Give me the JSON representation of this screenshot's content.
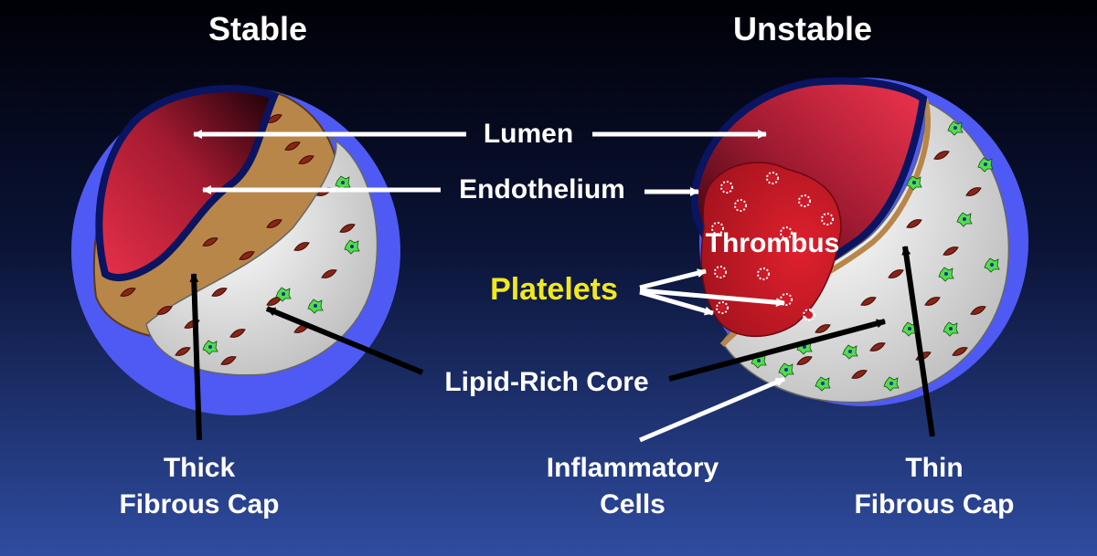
{
  "panels": {
    "stable_title": "Stable",
    "unstable_title": "Unstable"
  },
  "labels": {
    "lumen": "Lumen",
    "endothelium": "Endothelium",
    "thrombus": "Thrombus",
    "platelets": "Platelets",
    "lipid_core": "Lipid-Rich Core",
    "thick_cap_line1": "Thick",
    "thick_cap_line2": "Fibrous Cap",
    "inflammatory_line1": "Inflammatory",
    "inflammatory_line2": "Cells",
    "thin_cap_line1": "Thin",
    "thin_cap_line2": "Fibrous Cap"
  },
  "colors": {
    "background_top": "#000008",
    "background_bottom": "#2e4a9e",
    "vessel_wall": "#4f5af5",
    "lumen_red": "#e8304a",
    "fibrous_cap": "#b9864a",
    "lipid_core": "#e8e8e8",
    "thrombus": "#c41a25",
    "platelets_text": "#f2e81c",
    "inflammatory_cells": "#4ee04a"
  }
}
